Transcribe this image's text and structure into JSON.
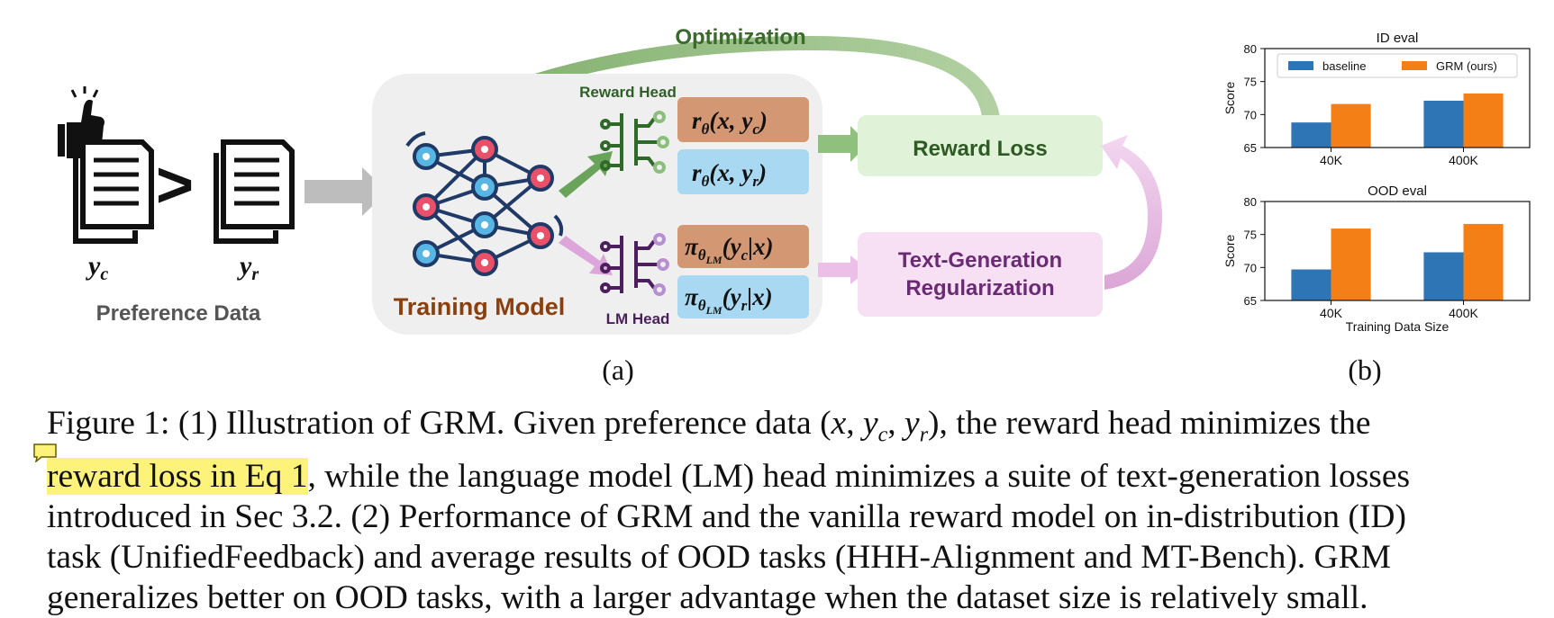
{
  "diagram": {
    "pref_chosen": "y",
    "pref_chosen_sub": "c",
    "pref_rejected": "y",
    "pref_rejected_sub": "r",
    "gt_symbol": ">",
    "preference_label": "Preference Data",
    "optimization_label": "Optimization",
    "training_model_label": "Training Model",
    "reward_head_label": "Reward Head",
    "lm_head_label": "LM Head",
    "reward_chosen": "r",
    "reward_chosen_args": "(x, y",
    "reward_rejected_args": "(x, y",
    "theta": "θ",
    "pi": "π",
    "pi_sub": "θ",
    "pi_subsub": "LM",
    "pi_chosen_args": "(y",
    "pi_rejected_args": "(y",
    "pi_tail": "|x)",
    "sub_c": "c",
    "sub_r": "r",
    "close_paren": ")",
    "reward_loss_label": "Reward Loss",
    "textgen_label_1": "Text-Generation",
    "textgen_label_2": "Regularization",
    "panel_a": "(a)",
    "panel_b": "(b)"
  },
  "chart_data": [
    {
      "type": "bar",
      "title": "ID eval",
      "categories": [
        "40K",
        "400K"
      ],
      "series": [
        {
          "name": "baseline",
          "values": [
            68.8,
            72.1
          ],
          "color": "#2e75b6"
        },
        {
          "name": "GRM (ours)",
          "values": [
            71.6,
            73.2
          ],
          "color": "#f47f17"
        }
      ],
      "ylabel": "Score",
      "xlabel": "",
      "ylim": [
        65,
        80
      ],
      "yticks": [
        "65",
        "70",
        "75",
        "80"
      ],
      "legend": "top"
    },
    {
      "type": "bar",
      "title": "OOD eval",
      "categories": [
        "40K",
        "400K"
      ],
      "series": [
        {
          "name": "baseline",
          "values": [
            69.7,
            72.3
          ],
          "color": "#2e75b6"
        },
        {
          "name": "GRM (ours)",
          "values": [
            75.9,
            76.6
          ],
          "color": "#f47f17"
        }
      ],
      "ylabel": "Score",
      "xlabel": "Training Data Size",
      "ylim": [
        65,
        80
      ],
      "yticks": [
        "65",
        "70",
        "75",
        "80"
      ],
      "legend": "none"
    }
  ],
  "caption": {
    "l1_a": "Figure 1: (1) Illustration of GRM. Given preference data ",
    "l1_math_open": "(",
    "l1_x": "x",
    "l1_comma": ", ",
    "l1_y": "y",
    "l1_c": "c",
    "l1_r": "r",
    "l1_math_close": ")",
    "l1_b": ", the reward head minimizes the",
    "l2_highlight": "reward loss in Eq 1",
    "l2_b": ", while the language model (LM) head minimizes a suite of text-generation losses",
    "l3": "introduced in Sec 3.2. (2) Performance of GRM and the vanilla reward model on in-distribution (ID)",
    "l4": "task (UnifiedFeedback) and average results of OOD tasks (HHH-Alignment and MT-Bench). GRM",
    "l5": "generalizes better on OOD tasks, with a larger advantage when the dataset size is relatively small."
  }
}
